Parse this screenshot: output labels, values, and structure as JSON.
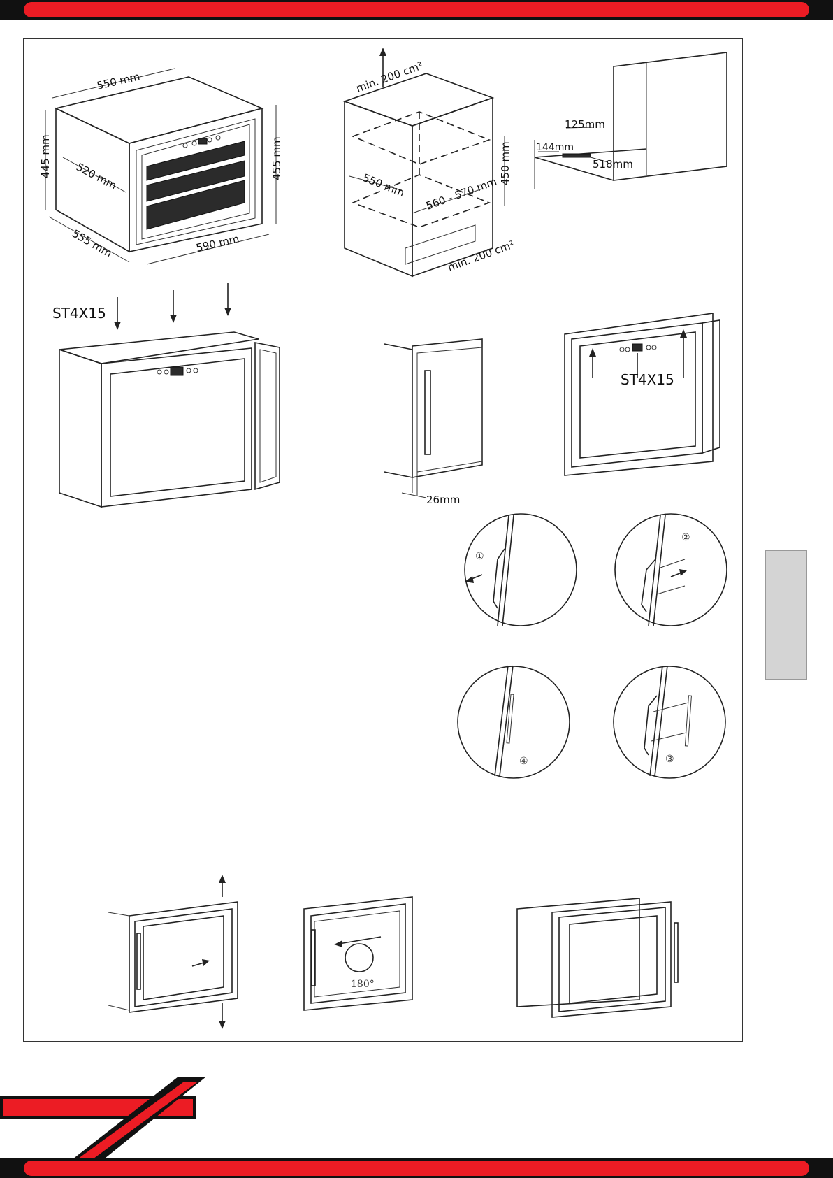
{
  "page": {
    "colors": {
      "accent_red": "#ec1c24",
      "dark": "#111111",
      "side_tab": "#d4d4d4"
    }
  },
  "dimensions_figure": {
    "top_width": "550 mm",
    "height_left": "445 mm",
    "depth_inner": "520 mm",
    "height_right": "455 mm",
    "depth_bottom": "555 mm",
    "width_bottom": "590 mm"
  },
  "ventilation_figure": {
    "top_vent": "min. 200 cm²",
    "niche_height": "450 mm",
    "niche_depth": "550 mm",
    "niche_width": "560 - 570 mm",
    "bottom_vent": "min. 200 cm²"
  },
  "bracket_figure": {
    "dim_a": "125mm",
    "dim_b": "144mm",
    "dim_c": "518mm"
  },
  "screw_figures": {
    "screw_label_top": "ST4X15",
    "screw_label_front": "ST4X15",
    "gap": "26mm"
  },
  "handle_steps": {
    "step1": "①",
    "step2": "②",
    "step3": "③",
    "step4": "④"
  },
  "door_reversal": {
    "rotation": "180°"
  }
}
